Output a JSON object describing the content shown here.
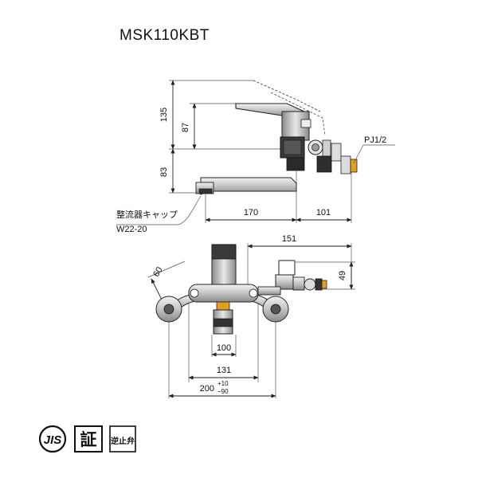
{
  "model_name": "MSK110KBT",
  "side_view": {
    "dimensions": {
      "total_height": "135",
      "lever_height": "87",
      "spout_height": "83",
      "spout_reach": "170",
      "body_depth": "101"
    },
    "labels": {
      "pipe_thread": "PJ1/2",
      "aerator_line1": "整流器キャップ",
      "aerator_line2": "W22-20"
    }
  },
  "front_view": {
    "dimensions": {
      "eccentric": "60",
      "depth": "151",
      "valve_offset": "49",
      "inner_width": "100",
      "body_width": "131",
      "pitch_main": "200",
      "pitch_plus": "+10",
      "pitch_minus": "−90"
    }
  },
  "certifications": {
    "jis": "JIS",
    "certified": "証",
    "check_valve": "逆止弁"
  },
  "colors": {
    "line": "#222222",
    "dark_part": "#333333",
    "chrome_mid": "#9a9a9a",
    "chrome_light": "#d8d8d8"
  }
}
